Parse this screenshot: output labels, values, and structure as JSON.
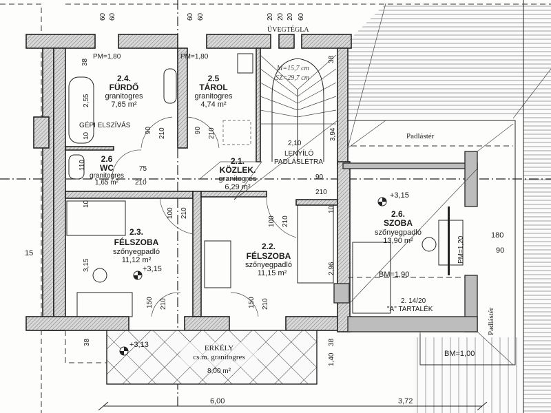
{
  "top_dims": [
    "60",
    "60",
    "60",
    "60",
    "20",
    "20",
    "20",
    "60"
  ],
  "glass_block_label": "ÜVEGTÉGLA",
  "rooms": {
    "bath": {
      "number": "2.4.",
      "name": "FÜRDŐ",
      "floor": "granitogres",
      "area": "7,65 m²",
      "pm": "PM=1,80",
      "dim_38": "38",
      "dim_255": "2,55",
      "dim_10": "10",
      "fan": "GÉPI ELSZÍVÁS",
      "door_w": "90",
      "door_h": "210"
    },
    "storage": {
      "number": "2.5",
      "name": "TÁROL",
      "floor": "granitogres",
      "area": "4,74 m²",
      "pm": "PM=1,80",
      "door_w": "90",
      "door_h": "210"
    },
    "wc": {
      "number": "2.6",
      "name": "WC",
      "floor": "granitogres",
      "area": "1,65 m²",
      "dim_110": "110",
      "door_w": "75",
      "door_h": "210"
    },
    "hall": {
      "number": "2.1.",
      "name": "KÖZLEK.",
      "floor": "granitogres",
      "area": "6,29 m²",
      "door_w": "90",
      "door_h": "210"
    },
    "bed1": {
      "number": "2.3.",
      "name": "FÉLSZOBA",
      "floor": "szőnyegpadló",
      "area": "11,12 m²",
      "level": "+3,15",
      "dim_10": "10",
      "dim_315": "3,15",
      "door_w": "100",
      "door_h": "210",
      "bdoor_w": "150",
      "bdoor_h": "210"
    },
    "bed2": {
      "number": "2.2.",
      "name": "FÉLSZOBA",
      "floor": "szőnyegpadló",
      "area": "11,15 m²",
      "dim_10": "10",
      "dim_296": "2,96",
      "door_w": "100",
      "door_h": "210",
      "bdoor_w": "150",
      "bdoor_h": "210"
    },
    "room": {
      "number": "2.6.",
      "name": "SZOBA",
      "floor": "szőnyegpadló",
      "area": "13,90 m²",
      "level": "+3,15",
      "pm": "PM=1,20",
      "bm": "BM=1,90",
      "dim_180": "180",
      "dim_90": "90",
      "tank_1": "2. 14/20",
      "tank_2": "\"A\" TARTALÉK"
    },
    "balcony": {
      "name": "ERKÉLY",
      "floor": "cs.m. granitogres",
      "area": "8,00 m²",
      "level": "+3,13",
      "dim_38a": "38",
      "dim_38b": "38",
      "dim_140": "1,40"
    }
  },
  "stair": {
    "rise": "M=15,7 cm",
    "tread": "SZ=29,7 cm",
    "dim_38": "38",
    "dim_394": "3,94",
    "dim_210": "2,10",
    "ladder_1": "LENYÍLÓ",
    "ladder_2": "PADLÁSLÉTRA"
  },
  "attic": {
    "top": "Padlástér",
    "right": "Padlástér",
    "bm": "BM=1,00"
  },
  "left_fragment": "15",
  "bottom_dims": {
    "left": "6,00",
    "right": "3,72"
  }
}
